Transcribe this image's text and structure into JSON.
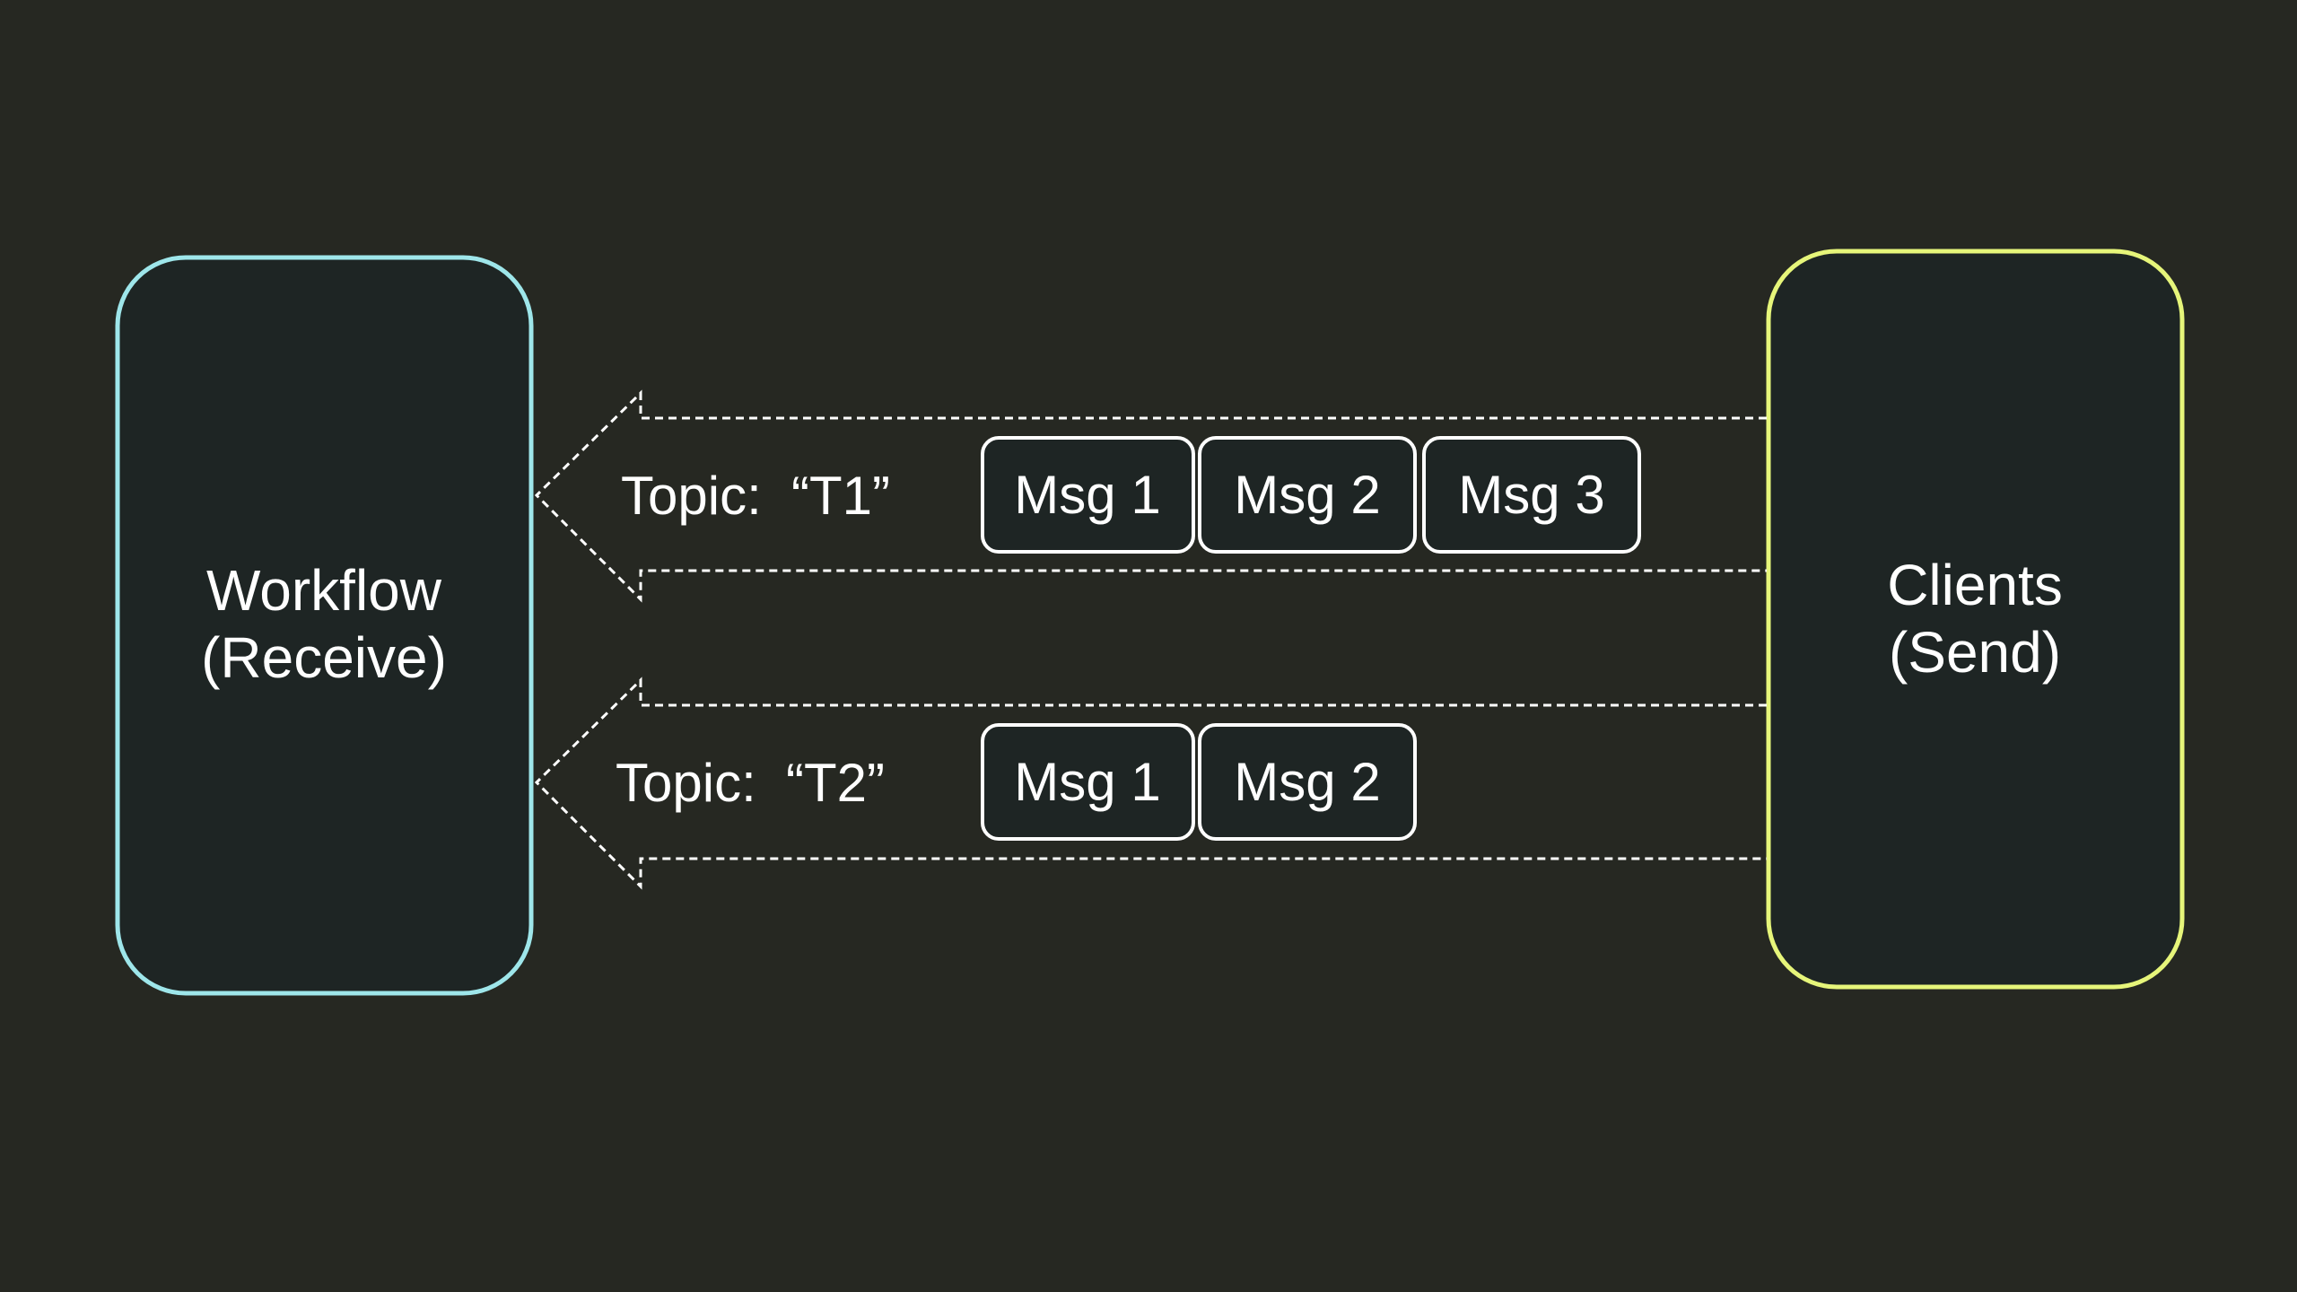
{
  "colors": {
    "background": "#262822",
    "box_fill": "#1e2524",
    "workflow_border": "#9ee6ea",
    "clients_border": "#e6f57a",
    "arrow_stroke": "#ffffff",
    "text": "#ffffff"
  },
  "workflow": {
    "line1": "Workflow",
    "line2": "(Receive)"
  },
  "clients": {
    "line1": "Clients",
    "line2": "(Send)"
  },
  "channels": [
    {
      "topic_label": "Topic:",
      "topic_name": "“T1”",
      "messages": [
        "Msg 1",
        "Msg 2",
        "Msg 3"
      ]
    },
    {
      "topic_label": "Topic:",
      "topic_name": "“T2”",
      "messages": [
        "Msg 1",
        "Msg 2"
      ]
    }
  ]
}
